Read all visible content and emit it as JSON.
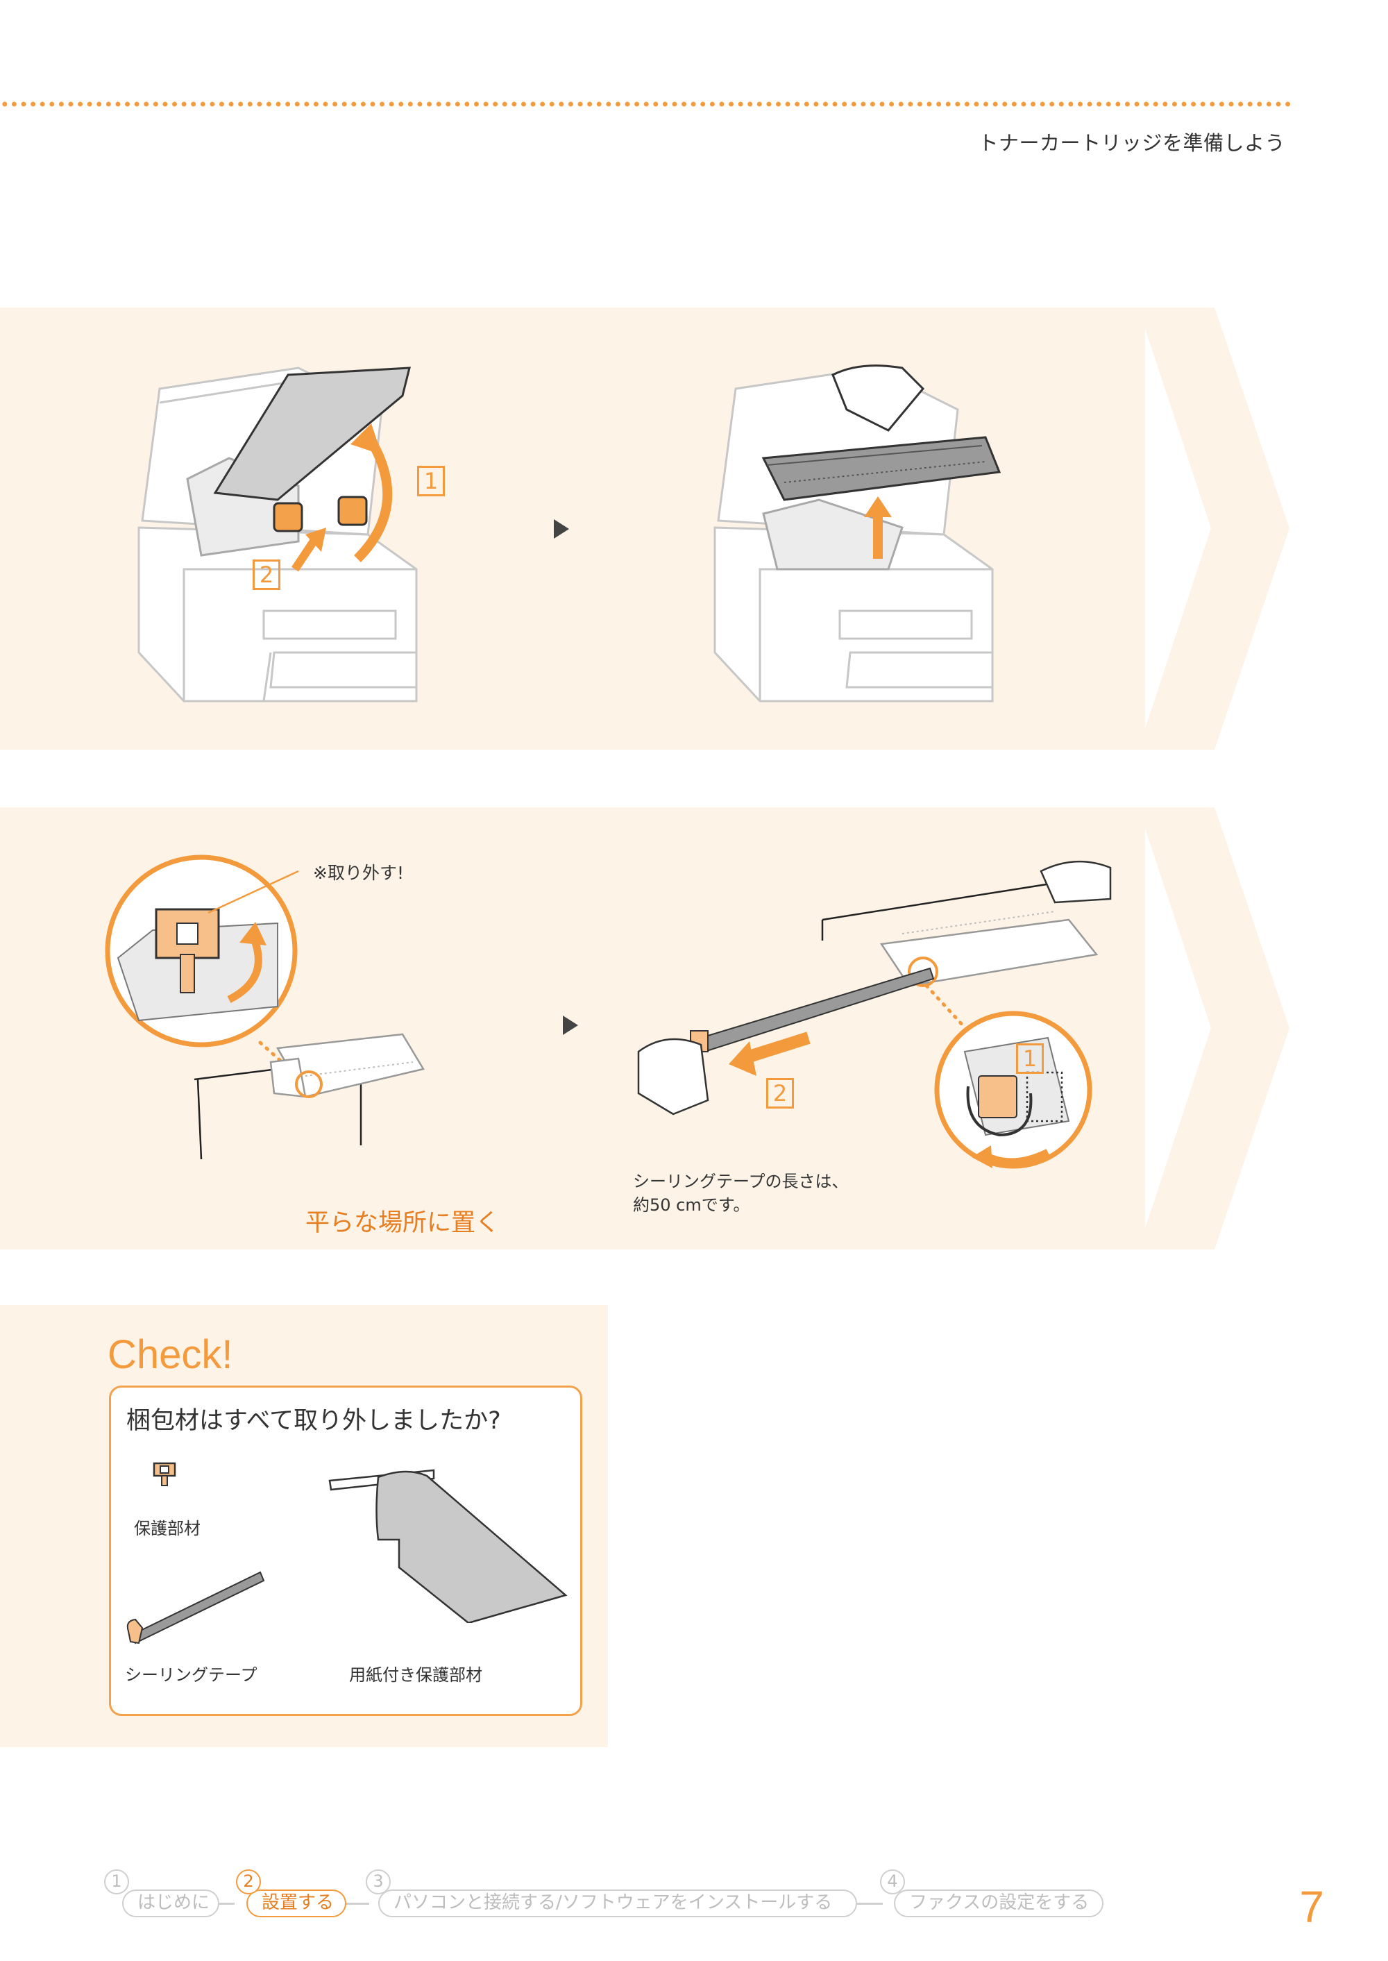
{
  "header": {
    "title": "トナーカートリッジを準備しよう"
  },
  "step_row1": {
    "badge_1": "1",
    "badge_2": "2"
  },
  "step_row2": {
    "callout": "※取り外す!",
    "badge_1": "1",
    "badge_2": "2",
    "note_line1": "シーリングテープの長さは、",
    "note_line2": "約50 cmです。",
    "place_flat": "平らな場所に置く"
  },
  "check": {
    "title": "Check!",
    "question": "梱包材はすべて取り外しましたか?",
    "items": [
      {
        "label": "保護部材"
      },
      {
        "label": "シーリングテープ"
      },
      {
        "label": "用紙付き保護部材"
      }
    ]
  },
  "footer": {
    "steps": [
      {
        "num": "1",
        "label": "はじめに"
      },
      {
        "num": "2",
        "label": "設置する"
      },
      {
        "num": "3",
        "label": "パソコンと接続する/ソフトウェアをインストールする"
      },
      {
        "num": "4",
        "label": "ファクスの設定をする"
      }
    ],
    "active_step": "2",
    "page_number": "7"
  },
  "colors": {
    "accent": "#f39a3c",
    "band": "#fdf3e7",
    "text": "#333333"
  }
}
